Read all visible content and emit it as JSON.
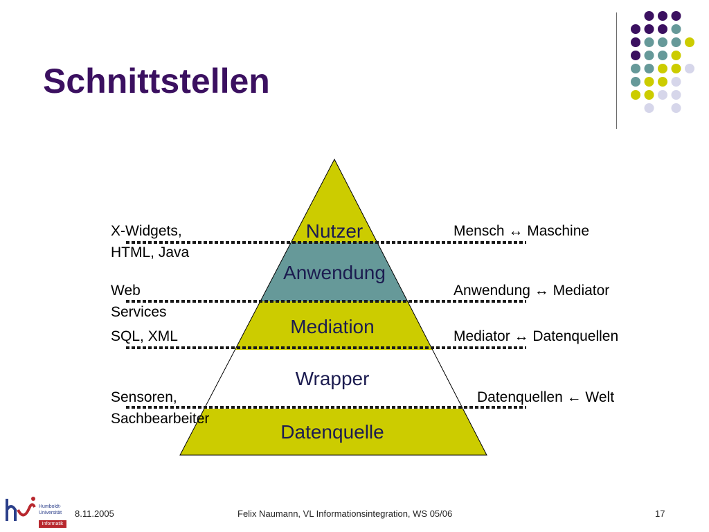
{
  "slide": {
    "title": "Schnittstellen",
    "footer": {
      "date": "8.11.2005",
      "center": "Felix Naumann, VL Informationsintegration, WS 05/06",
      "page": "17"
    },
    "logo": {
      "line1": "Humboldt-",
      "line2": "Universität",
      "line3": "Informatik"
    }
  },
  "colors": {
    "title": "#3b1060",
    "purple": "#3b1060",
    "teal": "#669999",
    "yellow": "#cccc00",
    "lavender": "#d6d6ea"
  },
  "pyramid": {
    "layers": [
      {
        "label": "Nutzer",
        "color": "#cccc00"
      },
      {
        "label": "Anwendung",
        "color": "#669999"
      },
      {
        "label": "Mediation",
        "color": "#cccc00"
      },
      {
        "label": "Wrapper",
        "color": "#ffffff"
      },
      {
        "label": "Datenquelle",
        "color": "#cccc00"
      }
    ]
  },
  "interfaces": [
    {
      "left_line1": "X-Widgets,",
      "left_line2": "HTML, Java",
      "right": "Mensch ↔ Maschine"
    },
    {
      "left_line1": "Web",
      "left_line2": "Services",
      "right": "Anwendung ↔ Mediator"
    },
    {
      "left_line1": "SQL, XML",
      "left_line2": "",
      "right": "Mediator ↔ Datenquellen"
    },
    {
      "left_line1": "Sensoren,",
      "left_line2": "Sachbearbeiter",
      "right": "Datenquellen ← Welt"
    }
  ]
}
